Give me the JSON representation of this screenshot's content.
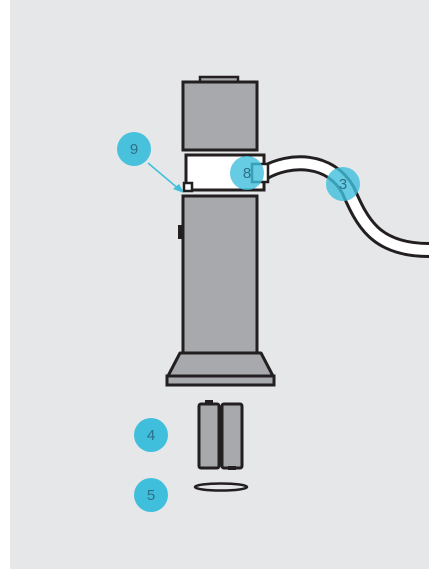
{
  "colors": {
    "page": "#ffffff",
    "panel": "#e6e7e9",
    "part_fill": "#a7a9ac",
    "white_part": "#ffffff",
    "outline": "#231f20",
    "callout": "#3fbfdc",
    "callout_text": "#2f6f86",
    "arrow": "#3fbfdc"
  },
  "callouts": [
    {
      "id": "9",
      "label": "9"
    },
    {
      "id": "8",
      "label": "8"
    },
    {
      "id": "3",
      "label": "3"
    },
    {
      "id": "4",
      "label": "4"
    },
    {
      "id": "5",
      "label": "5"
    }
  ]
}
